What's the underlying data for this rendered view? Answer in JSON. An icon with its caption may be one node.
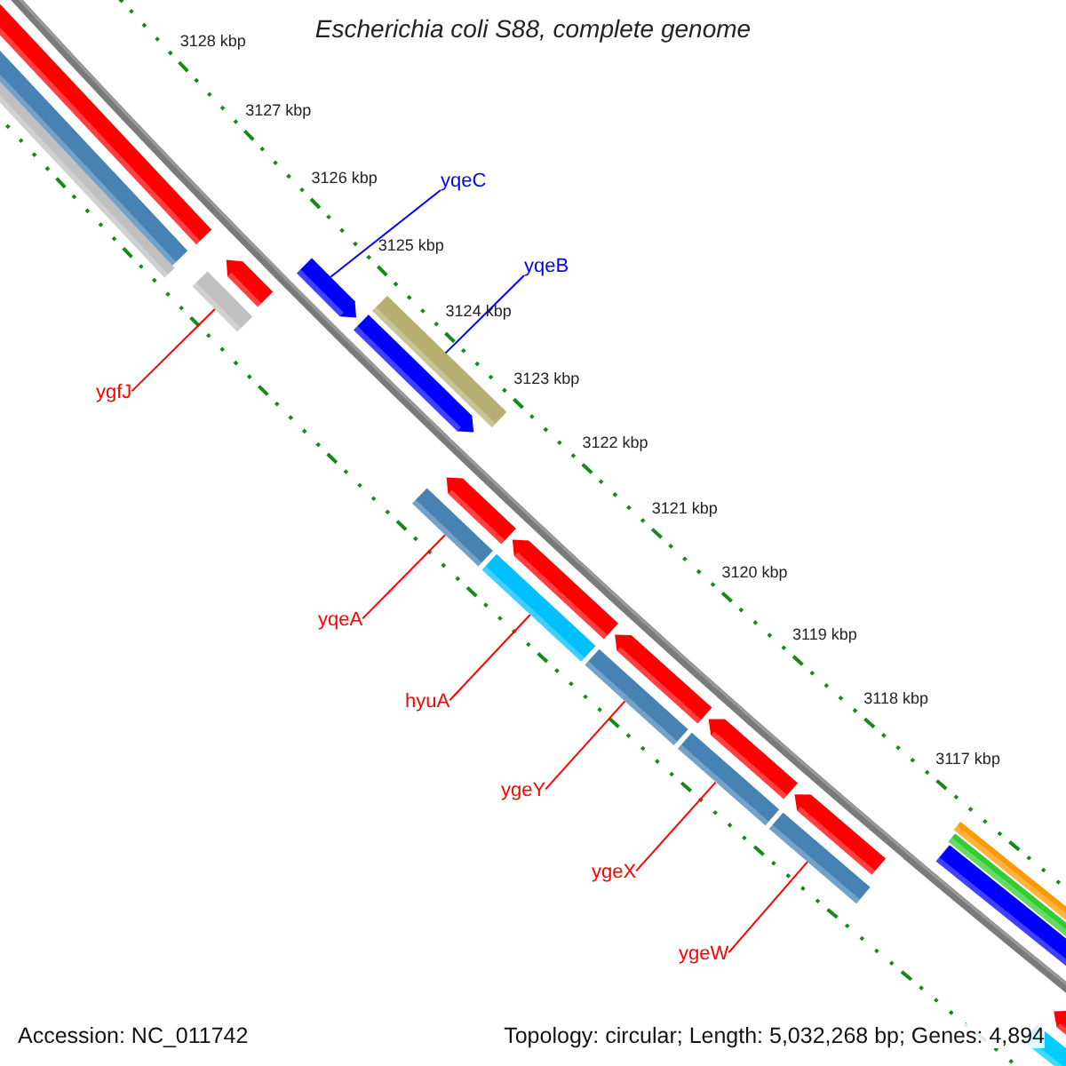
{
  "diagram": {
    "title": "Escherichia coli S88, complete genome",
    "nodes": [
      {
        "text": [
          "ygfJ"
        ]
      },
      {
        "text": [],
        "shape": "bar"
      },
      {
        "text": [
          "yqeC"
        ]
      },
      {
        "text": [],
        "shape": "arrow"
      },
      {
        "text": [
          "yqeB"
        ]
      },
      {
        "text": [],
        "shape": "bar"
      },
      {
        "text": [
          "yqeA"
        ]
      },
      {
        "text": [],
        "shape": "bar"
      },
      {
        "text": [
          "hyuA"
        ]
      },
      {
        "text": [],
        "shape": "bar"
      },
      {
        "text": [
          "ygeY"
        ]
      },
      {
        "text": [],
        "shape": "bar"
      },
      {
        "text": [
          "ygeX"
        ]
      },
      {
        "text": [],
        "shape": "bar"
      },
      {
        "text": [
          "ygeW"
        ]
      },
      {
        "text": [],
        "shape": "bar"
      }
    ],
    "edges": [
      {
        "from": 0,
        "to": 1,
        "arrow": "none"
      },
      {
        "from": 2,
        "to": 3,
        "arrow": "none",
        "color": "#0000ff"
      },
      {
        "from": 4,
        "to": 5,
        "arrow": "none",
        "color": "#0000ff"
      },
      {
        "from": 6,
        "to": 7,
        "arrow": "none"
      },
      {
        "from": 8,
        "to": 9,
        "arrow": "none"
      },
      {
        "from": 10,
        "to": 11,
        "arrow": "none"
      },
      {
        "from": 12,
        "to": 13,
        "arrow": "none"
      },
      {
        "from": 14,
        "to": 15,
        "arrow": "none"
      }
    ],
    "labels": [
      "3128 kbp",
      "3127 kbp",
      "3126 kbp",
      "3125 kbp",
      "3124 kbp",
      "3123 kbp",
      "3122 kbp",
      "3121 kbp",
      "3120 kbp",
      "3119 kbp",
      "3118 kbp",
      "3117 kbp",
      "Accession: NC_011742",
      "Topology: circular; Length: 5,032,268 bp; Genes: 4,894"
    ]
  }
}
